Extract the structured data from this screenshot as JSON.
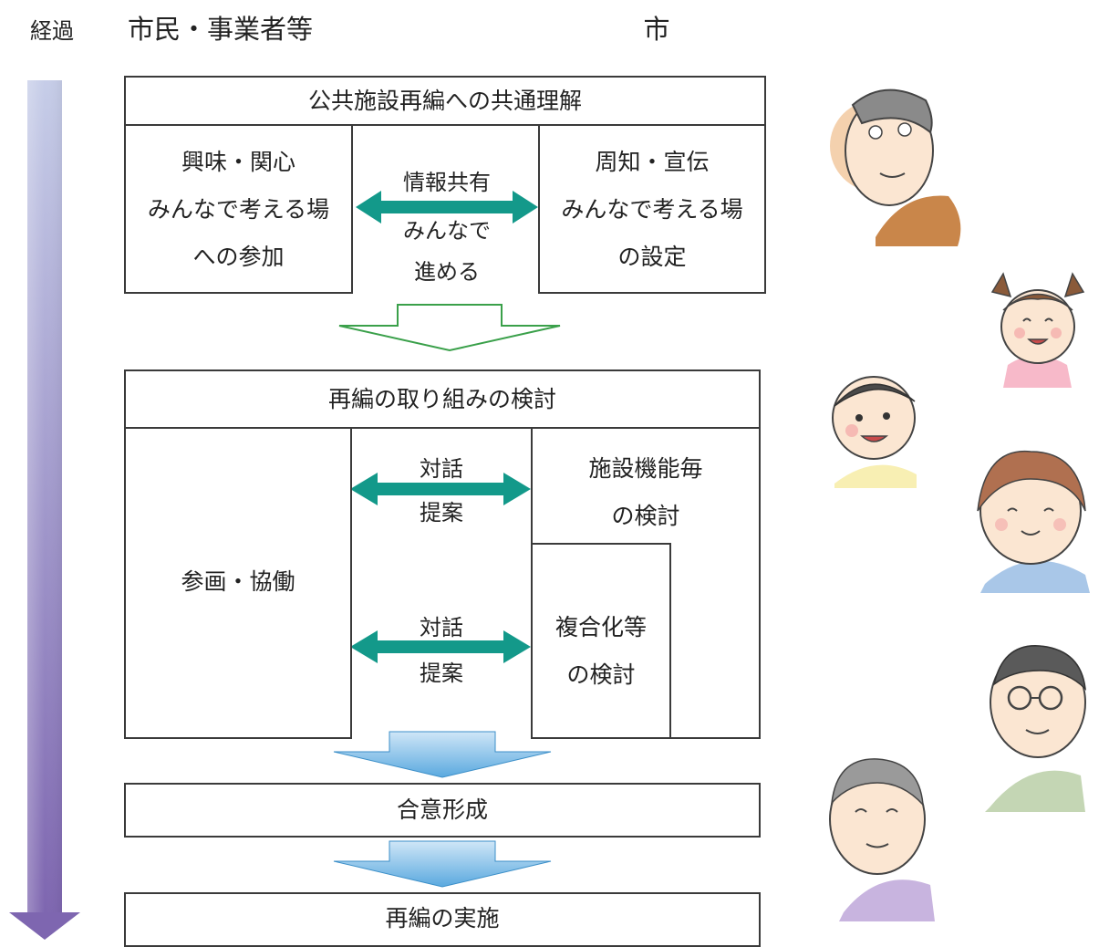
{
  "header": {
    "timeline_label": "経過",
    "citizens_label": "市民・事業者等",
    "city_label": "市"
  },
  "stage1": {
    "title": "公共施設再編への共通理解",
    "left": [
      "興味・関心",
      "みんなで考える場",
      "への参加"
    ],
    "middle": [
      "情報共有",
      "みんなで",
      "進める"
    ],
    "right": [
      "周知・宣伝",
      "みんなで考える場",
      "の設定"
    ]
  },
  "stage2": {
    "title": "再編の取り組みの検討",
    "left": "参画・協働",
    "arrow_top": [
      "対話",
      "提案"
    ],
    "arrow_bottom": [
      "対話",
      "提案"
    ],
    "right_top": [
      "施設機能毎",
      "の検討"
    ],
    "right_bottom": [
      "複合化等",
      "の検討"
    ]
  },
  "stage3": {
    "title": "合意形成"
  },
  "stage4": {
    "title": "再編の実施"
  },
  "colors": {
    "timeline_top": "#c6cde8",
    "timeline_bottom": "#7e66b0",
    "exchange_arrow": "#13998a",
    "hollow_arrow": "#3aa04a",
    "flow_arrow_top": "#bfdcf3",
    "flow_arrow_bottom": "#5aa9df"
  }
}
